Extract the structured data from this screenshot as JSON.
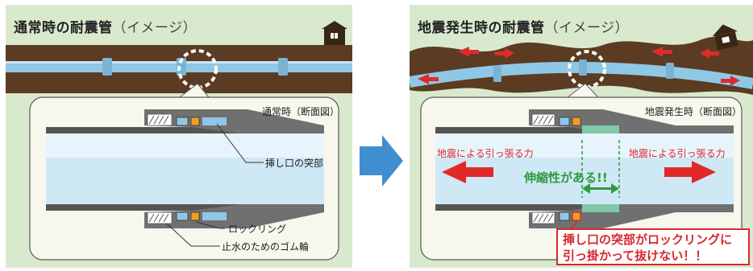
{
  "left_panel": {
    "title": "通常時の耐震管",
    "title_sub": "（イメージ）",
    "detail_label": "通常時（断面図）",
    "callouts": {
      "spigot": "挿し口の突部",
      "lock_ring": "ロックリング",
      "gasket": "止水のためのゴム輪"
    }
  },
  "right_panel": {
    "title": "地震発生時の耐震管",
    "title_sub": "（イメージ）",
    "detail_label": "地震発生時（断面図）",
    "force_left": "地震による引っ張る力",
    "force_right": "地震による引っ張る力",
    "flex_text": "伸縮性がある!!",
    "warning_line1": "挿し口の突部がロックリングに",
    "warning_line2": "引っ掛かって抜けない！！"
  },
  "colors": {
    "panel_bg": "#d9e9ce",
    "soil": "#5b3b22",
    "pipe": "#8fc8e6",
    "arrow_blue": "#3f8fd0",
    "warning_red": "#d8282c",
    "flex_green": "#2e9a3d"
  },
  "icons": [
    "house-icon",
    "transition-arrow-icon",
    "tension-arrow-icon",
    "double-arrow-icon",
    "dashed-circle-icon"
  ]
}
